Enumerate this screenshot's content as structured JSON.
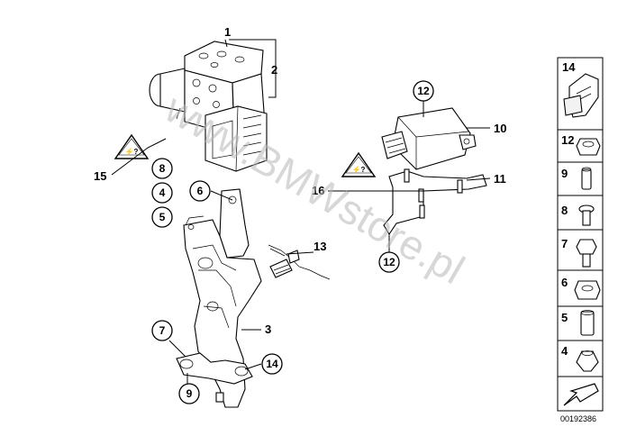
{
  "watermark": "www.BMWstore.pl",
  "image_id": "00192386",
  "callouts": {
    "c1": "1",
    "c2": "2",
    "c3": "3",
    "c4": "4",
    "c5": "5",
    "c6": "6",
    "c7": "7",
    "c8": "8",
    "c9": "9",
    "c10": "10",
    "c11": "11",
    "c12a": "12",
    "c12b": "12",
    "c13": "13",
    "c14": "14",
    "c15": "15",
    "c16": "16"
  },
  "side_legend": [
    "14",
    "12",
    "9",
    "8",
    "7",
    "6",
    "5",
    "4"
  ],
  "icons": {
    "main_part": "abs-hydraulic-unit-icon",
    "bracket": "mounting-bracket-icon",
    "control_unit": "airbag-control-unit-icon",
    "warning": "warning-triangle-icon",
    "arrow": "direction-arrow-icon"
  }
}
